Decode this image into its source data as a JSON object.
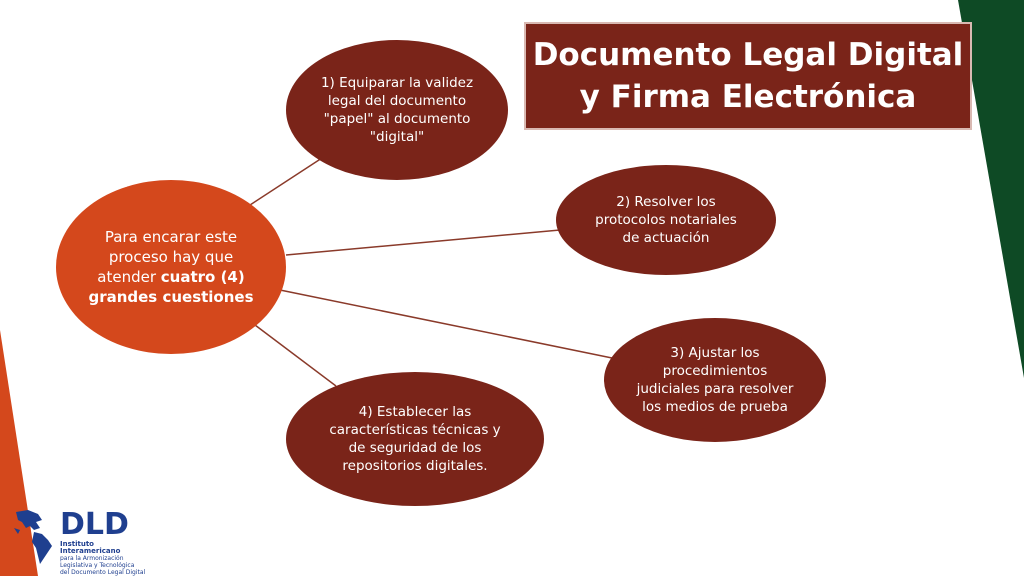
{
  "title": "Documento Legal Digital y Firma Electrónica",
  "center": {
    "prefix": "Para encarar este proceso hay que atender",
    "emphasis": "cuatro (4) grandes cuestiones"
  },
  "nodes": [
    {
      "label": "1) Equiparar la validez legal del documento \"papel\" al documento \"digital\""
    },
    {
      "label": "2) Resolver los protocolos notariales de actuación"
    },
    {
      "label": "3) Ajustar los procedimientos judiciales para resolver los medios de prueba"
    },
    {
      "label": "4) Establecer las características técnicas y de seguridad de los repositorios digitales."
    }
  ],
  "logo": {
    "name": "DLD",
    "line1": "Instituto Interamericano",
    "line2": "para la Armonización Legislativa y Tecnológica",
    "line3": "del Documento Legal Digital"
  },
  "colors": {
    "title_bg": "#7a2419",
    "center_bg": "#d4481c",
    "node_bg": "#7a2419",
    "stripe_green": "#0e4a25",
    "stripe_orange": "#d4481c",
    "logo_blue": "#1f3f8f"
  }
}
